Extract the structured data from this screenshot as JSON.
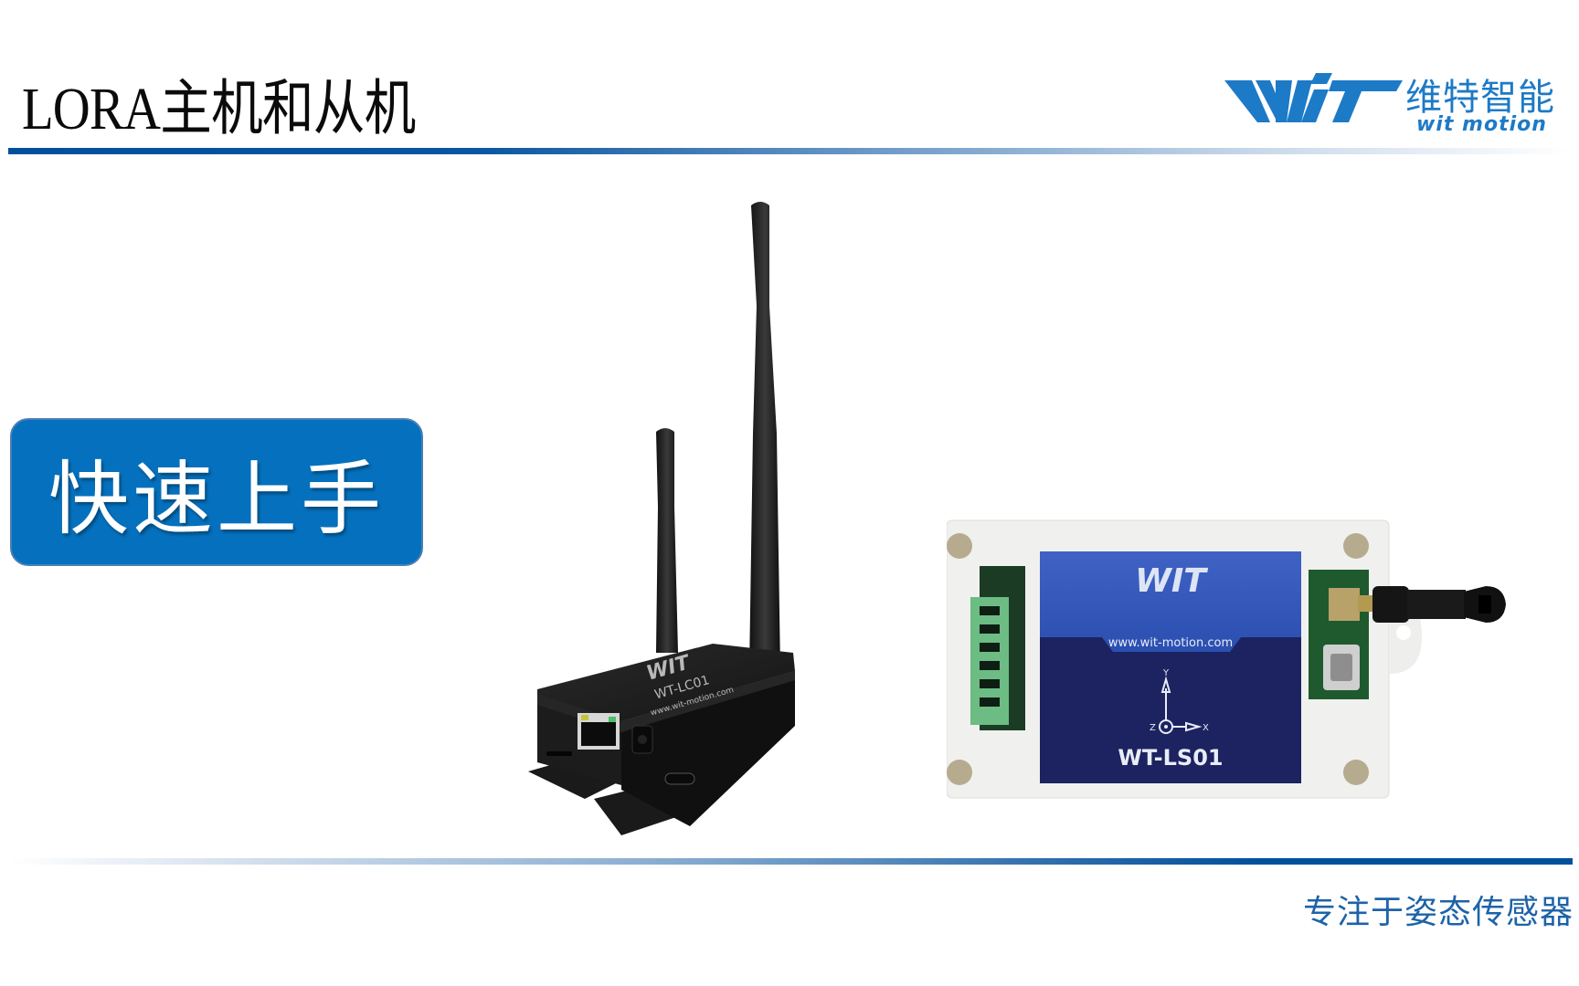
{
  "header": {
    "title": "LORA主机和从机",
    "logo": {
      "mark": "WIT",
      "name_cn": "维特智能",
      "name_en": "wit motion"
    }
  },
  "main": {
    "quickstart_button": {
      "label": "快速上手"
    },
    "products": [
      {
        "role": "host",
        "model": "WT-LC01",
        "website": "www.wit-motion.com",
        "brand": "WIT",
        "ports": [
          "ethernet-port",
          "dc-power-jack",
          "usb-c-port",
          "sim-slot"
        ],
        "antennas": 2
      },
      {
        "role": "slave",
        "model": "WT-LS01",
        "website": "www.wit-motion.com",
        "brand": "WIT",
        "axis_labels": {
          "x": "X",
          "y": "Y",
          "z": "Z"
        },
        "ports": [
          "terminal-block-6pin",
          "usb-c-port",
          "sma-antenna-connector"
        ]
      }
    ]
  },
  "footer": {
    "tagline": "专注于姿态传感器"
  },
  "colors": {
    "brand_blue": "#0571be",
    "rule_blue": "#00509e",
    "logo_blue": "#1d7ac6",
    "tagline_blue": "#1d63a8"
  }
}
